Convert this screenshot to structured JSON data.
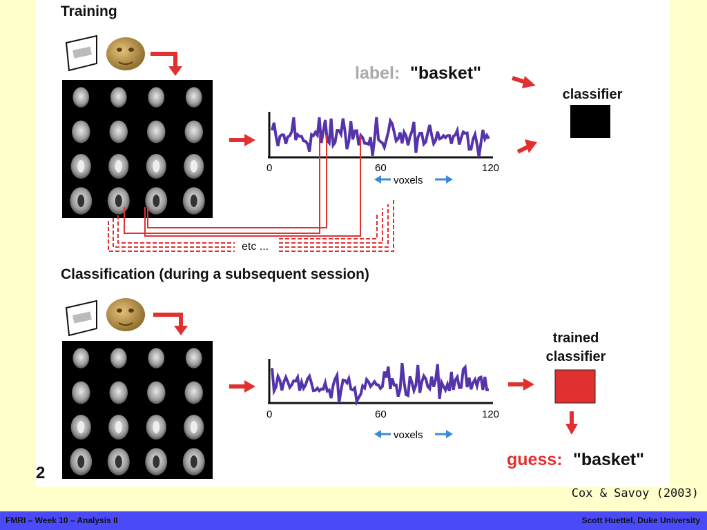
{
  "training": {
    "heading": "Training",
    "label_prefix": "label:",
    "label_value": "\"basket\"",
    "classifier_label": "classifier",
    "etc_label": "etc ...",
    "xaxis_ticks": [
      "0",
      "60",
      "120"
    ],
    "voxels_label": "voxels"
  },
  "classification": {
    "heading": "Classification (during a subsequent session)",
    "classifier_label_line1": "trained",
    "classifier_label_line2": "classifier",
    "guess_prefix": "guess:",
    "guess_value": "\"basket\"",
    "xaxis_ticks": [
      "0",
      "60",
      "120"
    ],
    "voxels_label": "voxels"
  },
  "slide_number": "2",
  "citation": "Cox & Savoy (2003)",
  "footer": {
    "left": "FMRI – Week 10 – Analysis II",
    "right": "Scott Huettel, Duke University"
  },
  "colors": {
    "arrow_red": "#e03030",
    "signal_purple": "#5533aa",
    "voxel_arrow_blue": "#3a8ad8",
    "footer_blue": "#4a4af8",
    "background": "#ffffcc"
  }
}
